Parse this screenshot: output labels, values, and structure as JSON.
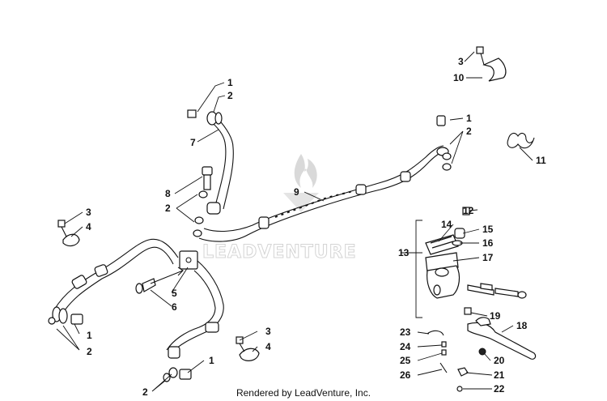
{
  "watermark": "LEADVENTURE",
  "footer": "Rendered by LeadVenture, Inc.",
  "callouts": {
    "c1": "1",
    "c2": "2",
    "c7": "7",
    "c8": "8",
    "c2b": "2",
    "c1r": "1",
    "c2r": "2",
    "c3r": "3",
    "c10": "10",
    "c11": "11",
    "c9": "9",
    "c3l": "3",
    "c4l": "4",
    "c5": "5",
    "c6": "6",
    "c1bl": "1",
    "c2bl": "2",
    "c3b": "3",
    "c4b": "4",
    "c1b": "1",
    "c2bb": "2",
    "c12": "12",
    "c13": "13",
    "c14": "14",
    "c15": "15",
    "c16": "16",
    "c17": "17",
    "c18": "18",
    "c19": "19",
    "c20": "20",
    "c21": "21",
    "c22": "22",
    "c23": "23",
    "c24": "24",
    "c25": "25",
    "c26": "26"
  }
}
